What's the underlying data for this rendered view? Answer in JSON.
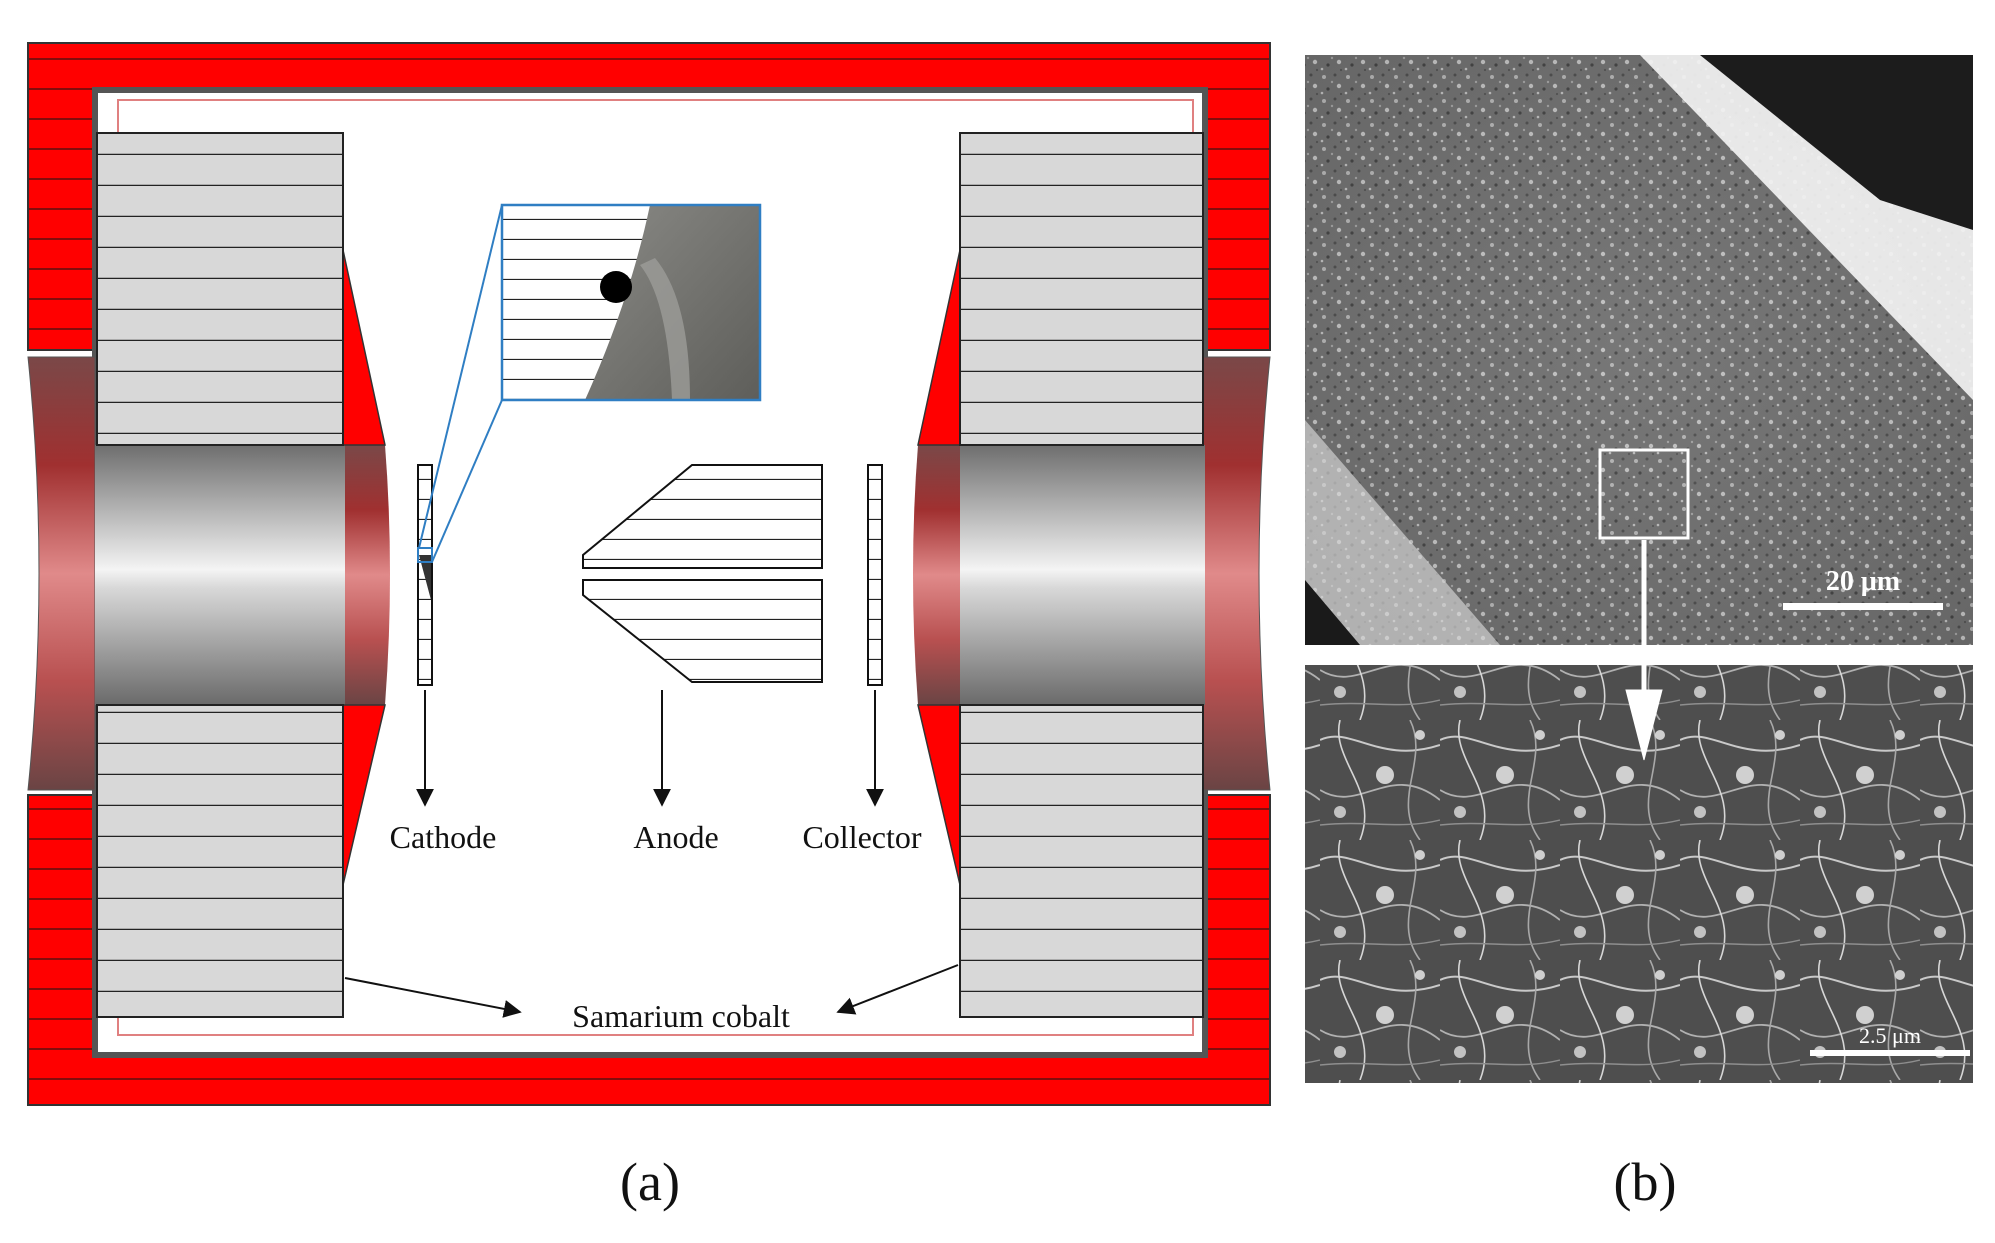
{
  "panels": {
    "a": {
      "panel_label": "(a)",
      "labels": {
        "cathode": "Cathode",
        "anode": "Anode",
        "collector": "Collector",
        "samarium": "Samarium cobalt"
      }
    },
    "b": {
      "panel_label": "(b)",
      "scalebar_top": "20 μm",
      "scalebar_bottom": "2.5 μm"
    }
  },
  "colors": {
    "frame_red": "#ff0000",
    "magnet_gray": "#d7d7d7",
    "ring_copper": "#b86060",
    "inset_blue": "#2f7ec3"
  }
}
